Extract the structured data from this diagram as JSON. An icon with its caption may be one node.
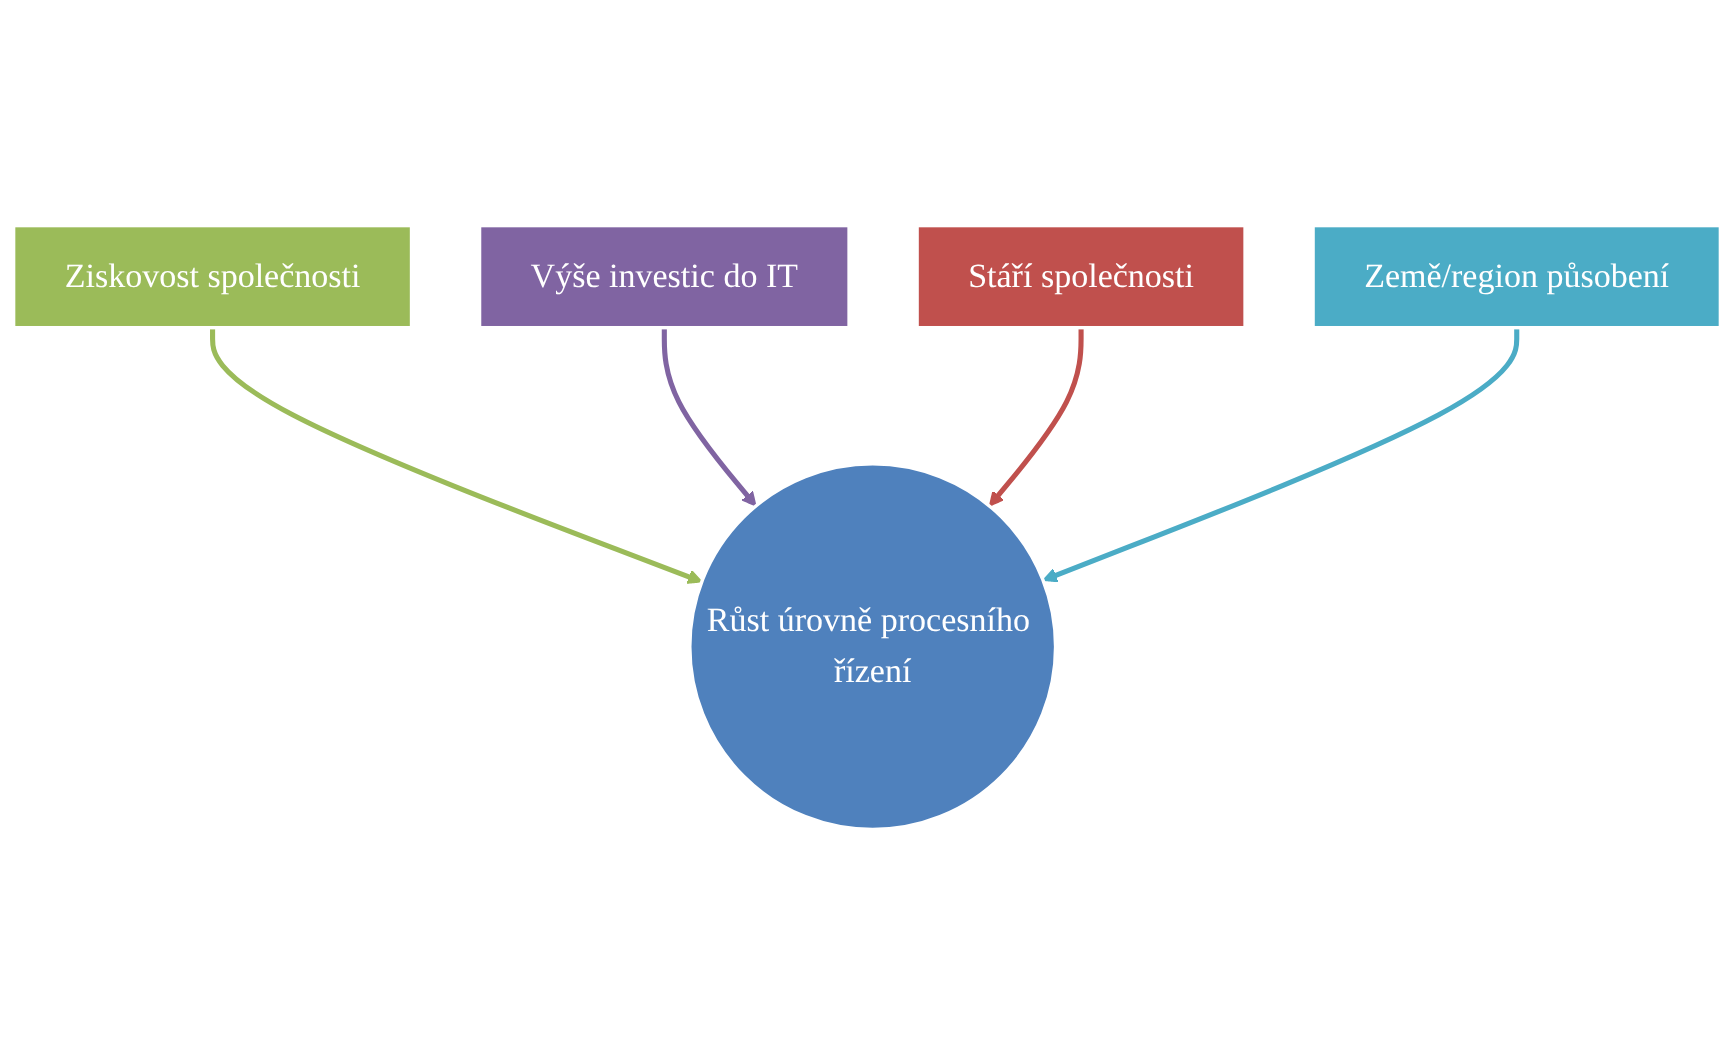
{
  "diagram": {
    "nodes": [
      {
        "text": [
          "Ziskovost společnosti"
        ]
      },
      {
        "text": [
          "Výše investic do IT"
        ]
      },
      {
        "text": [
          "Stáří společnosti"
        ]
      },
      {
        "text": [
          "Země/region působení"
        ]
      },
      {
        "text": [
          "Růst úrovně procesního řízení"
        ]
      }
    ],
    "edges": [
      {
        "from": 0,
        "to": 4,
        "arrow": "to",
        "color": "#9bbb59"
      },
      {
        "from": 1,
        "to": 4,
        "arrow": "to",
        "color": "#8064a2"
      },
      {
        "from": 2,
        "to": 4,
        "arrow": "to",
        "color": "#c0504d"
      },
      {
        "from": 3,
        "to": 4,
        "arrow": "to",
        "color": "#4bacc6"
      }
    ]
  }
}
